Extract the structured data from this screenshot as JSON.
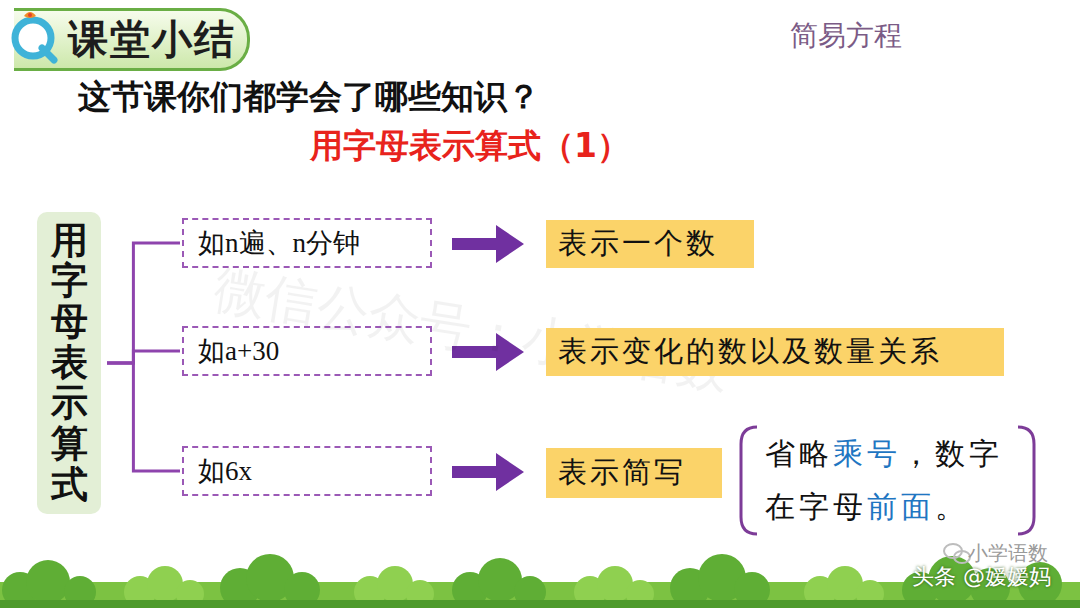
{
  "diagram": {
    "title": "用字母表示算式（1）",
    "nodes": [
      {
        "text": [
          "课堂小结"
        ]
      },
      {
        "text": [
          "用字母表示算式"
        ]
      },
      {
        "text": [
          "如n遍、n分钟"
        ]
      },
      {
        "text": [
          "表示一个数"
        ]
      },
      {
        "text": [
          "如a+30"
        ]
      },
      {
        "text": [
          "表示变化的数以及数量关系"
        ]
      },
      {
        "text": [
          "如6x"
        ]
      },
      {
        "text": [
          "表示简写"
        ]
      },
      {
        "text": [
          "省略",
          "乘号",
          "，数字在字母",
          "前面",
          "。"
        ]
      }
    ],
    "edges": [
      {
        "from": 1,
        "to": 2,
        "arrow": "none"
      },
      {
        "from": 1,
        "to": 4,
        "arrow": "none"
      },
      {
        "from": 1,
        "to": 6,
        "arrow": "none"
      },
      {
        "from": 2,
        "to": 3,
        "arrow": "to"
      },
      {
        "from": 4,
        "to": 5,
        "arrow": "to"
      },
      {
        "from": 6,
        "to": 7,
        "arrow": "to"
      }
    ],
    "labels": [
      "简易方程",
      "这节课你们都学会了哪些知识？",
      "微信公众号：小学语数",
      "小学语数",
      "头条 @嫒嫒妈"
    ]
  }
}
